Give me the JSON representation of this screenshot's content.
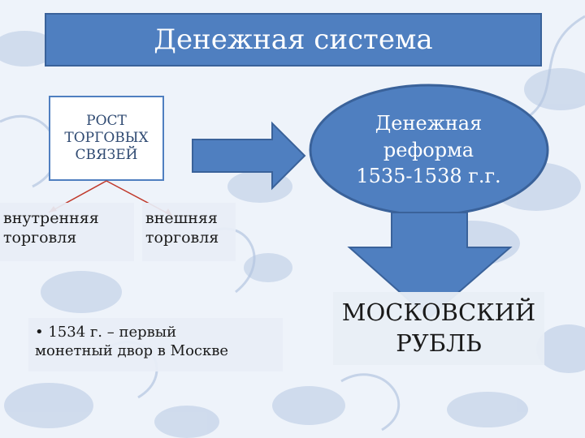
{
  "title": "Денежная система",
  "growth": {
    "line1": "РОСТ",
    "line2": "ТОРГОВЫХ",
    "line3": "СВЯЗЕЙ"
  },
  "trade": {
    "internal_line1": "внутренняя",
    "internal_line2": "торговля",
    "external_line1": "внешняя",
    "external_line2": "торговля"
  },
  "reform": {
    "line1": "Денежная",
    "line2": "реформа",
    "line3": "1535-1538 г.г."
  },
  "mint": {
    "line1": "• 1534 г. – первый",
    "line2": "монетный двор в Москве"
  },
  "ruble": {
    "line1": "МОСКОВСКИЙ",
    "line2": "РУБЛЬ"
  },
  "colors": {
    "accent": "#4f7fc0",
    "border": "#3a629a",
    "arrow_red": "#c0392b",
    "text_dark": "#2f4a72"
  }
}
